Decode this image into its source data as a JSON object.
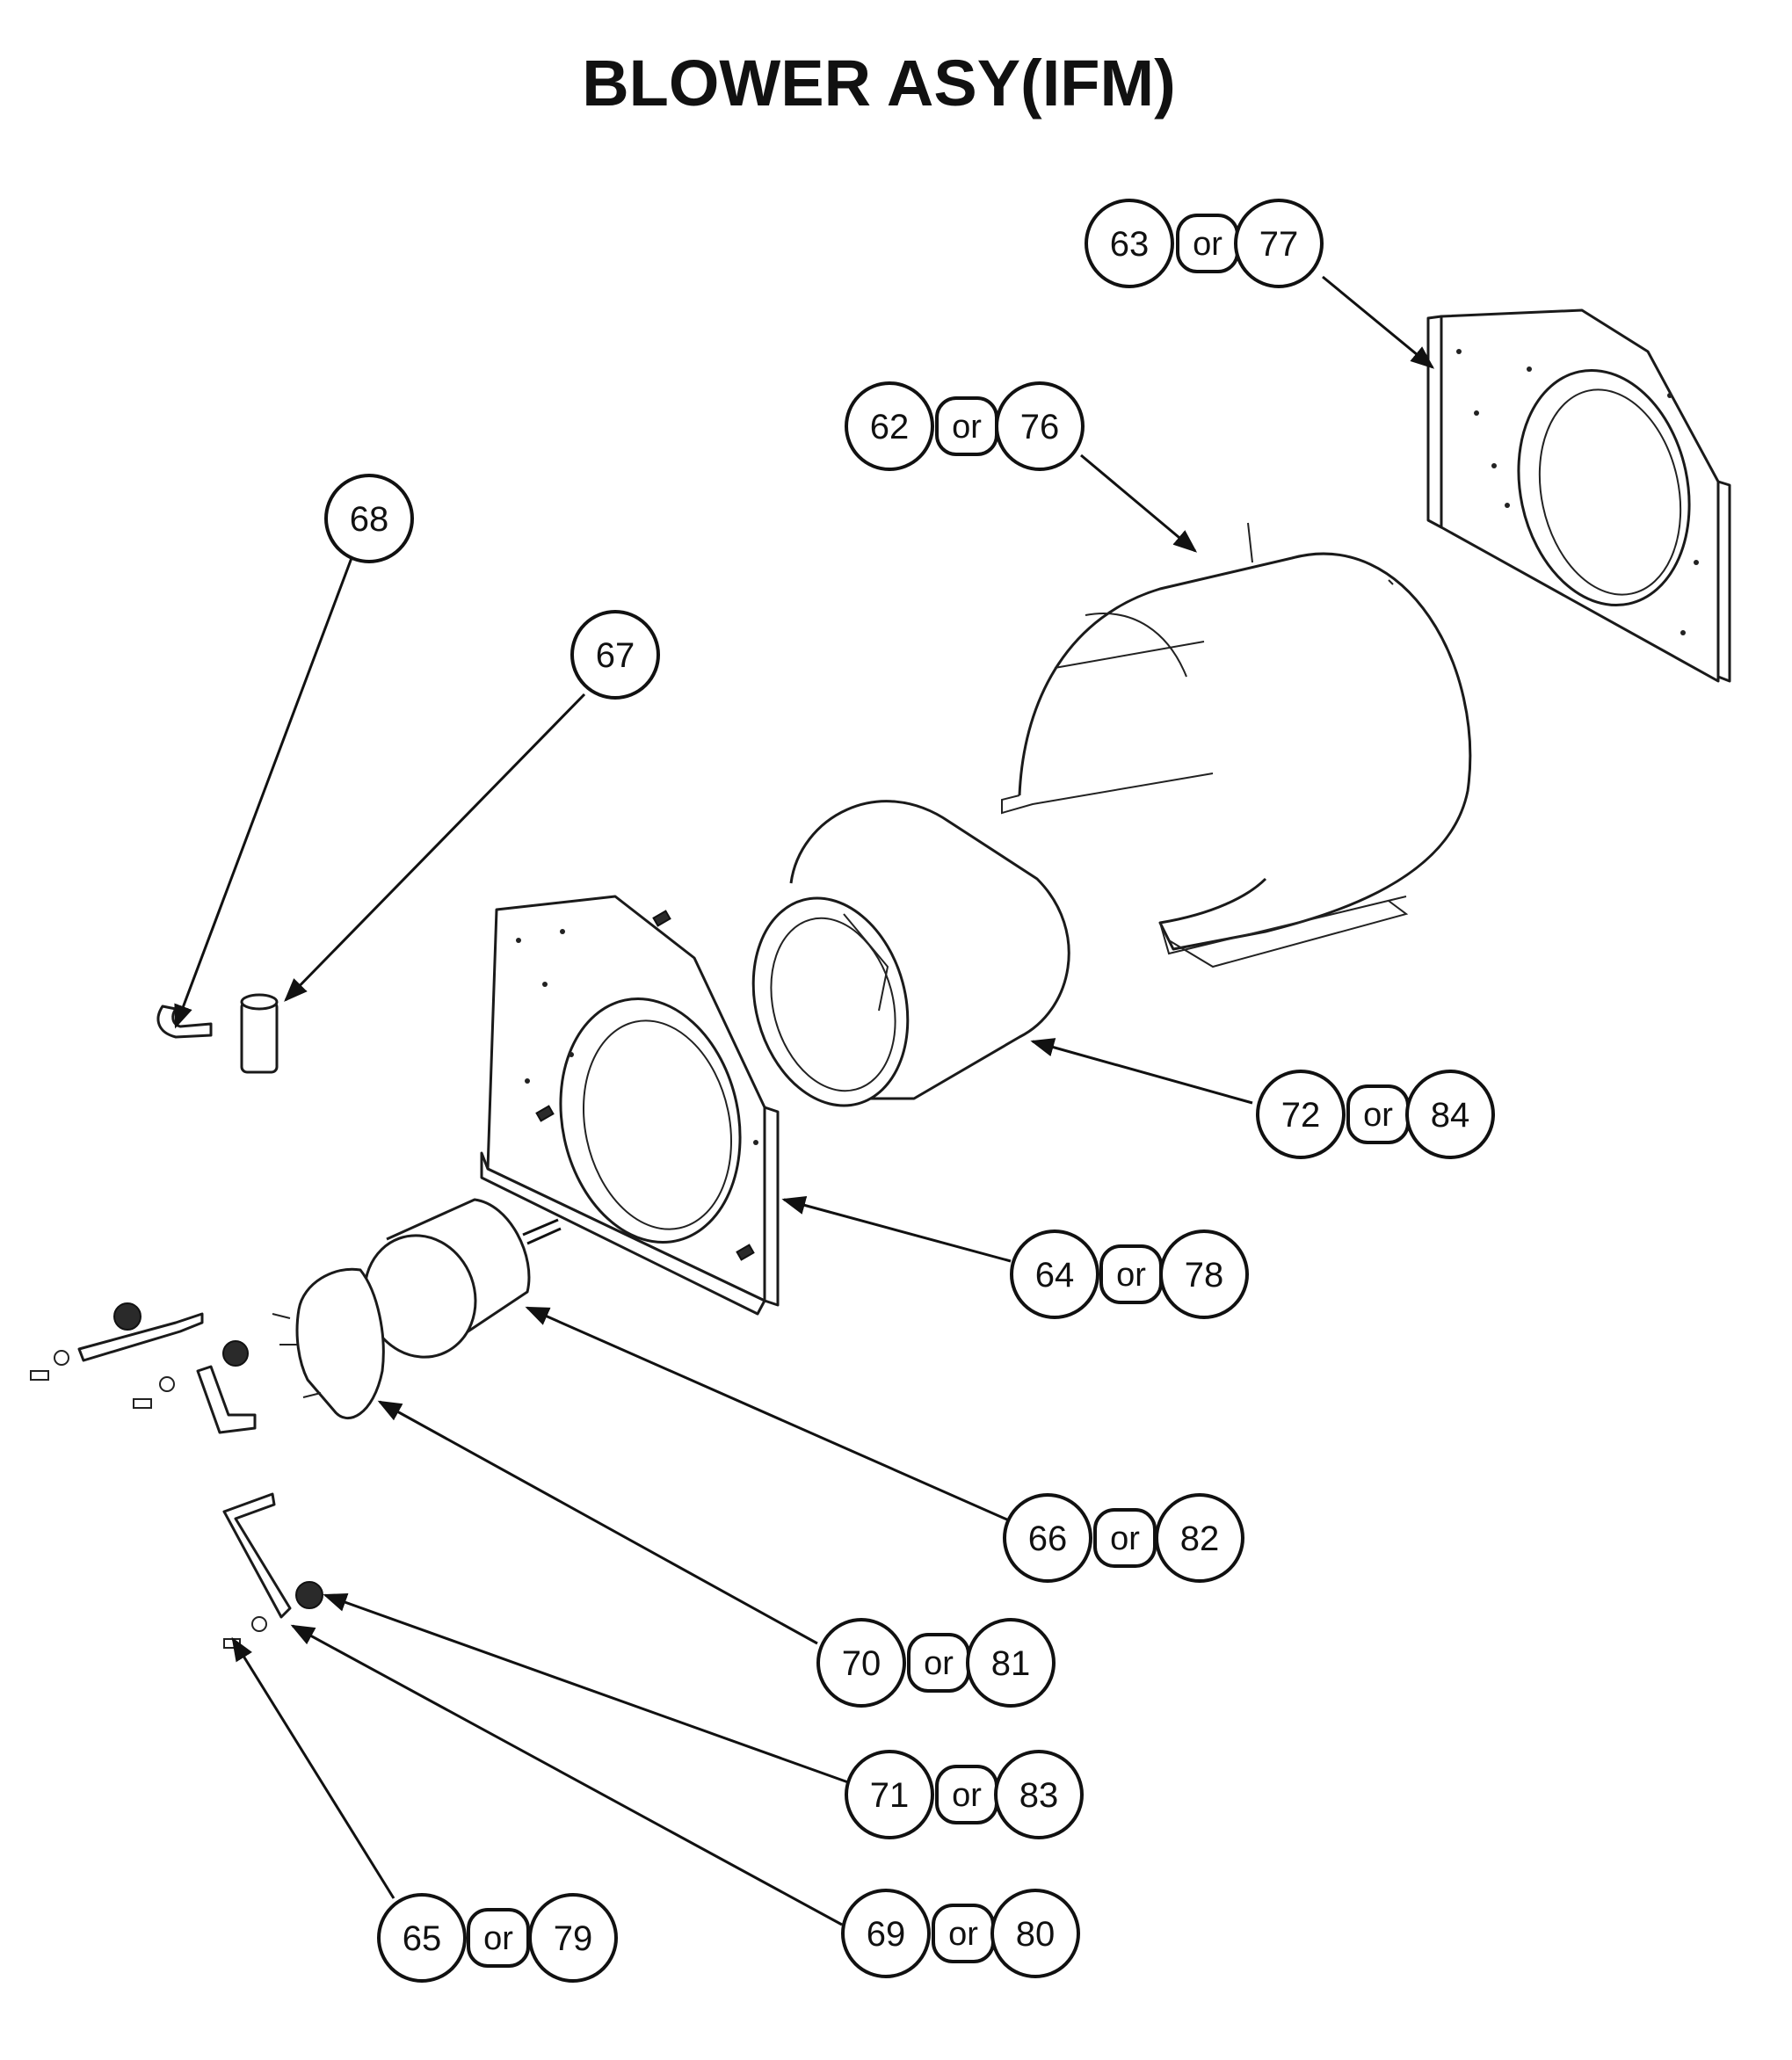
{
  "title": "BLOWER ASY(IFM)",
  "or_text": "or",
  "callouts": [
    {
      "id": "c-63-77",
      "first": "63",
      "second": "77",
      "part": "blower-side-panel-rear"
    },
    {
      "id": "c-62-76",
      "first": "62",
      "second": "76",
      "part": "blower-housing-scroll"
    },
    {
      "id": "c-68",
      "first": "68",
      "part": "clip"
    },
    {
      "id": "c-67",
      "first": "67",
      "part": "capacitor"
    },
    {
      "id": "c-72-84",
      "first": "72",
      "second": "84",
      "part": "blower-wheel"
    },
    {
      "id": "c-64-78",
      "first": "64",
      "second": "78",
      "part": "blower-side-panel-front"
    },
    {
      "id": "c-66-82",
      "first": "66",
      "second": "82",
      "part": "blower-motor"
    },
    {
      "id": "c-70-81",
      "first": "70",
      "second": "81",
      "part": "motor-mount-ring"
    },
    {
      "id": "c-71-83",
      "first": "71",
      "second": "83",
      "part": "grommet"
    },
    {
      "id": "c-69-80",
      "first": "69",
      "second": "80",
      "part": "washer"
    },
    {
      "id": "c-65-79",
      "first": "65",
      "second": "79",
      "part": "bolt"
    }
  ]
}
